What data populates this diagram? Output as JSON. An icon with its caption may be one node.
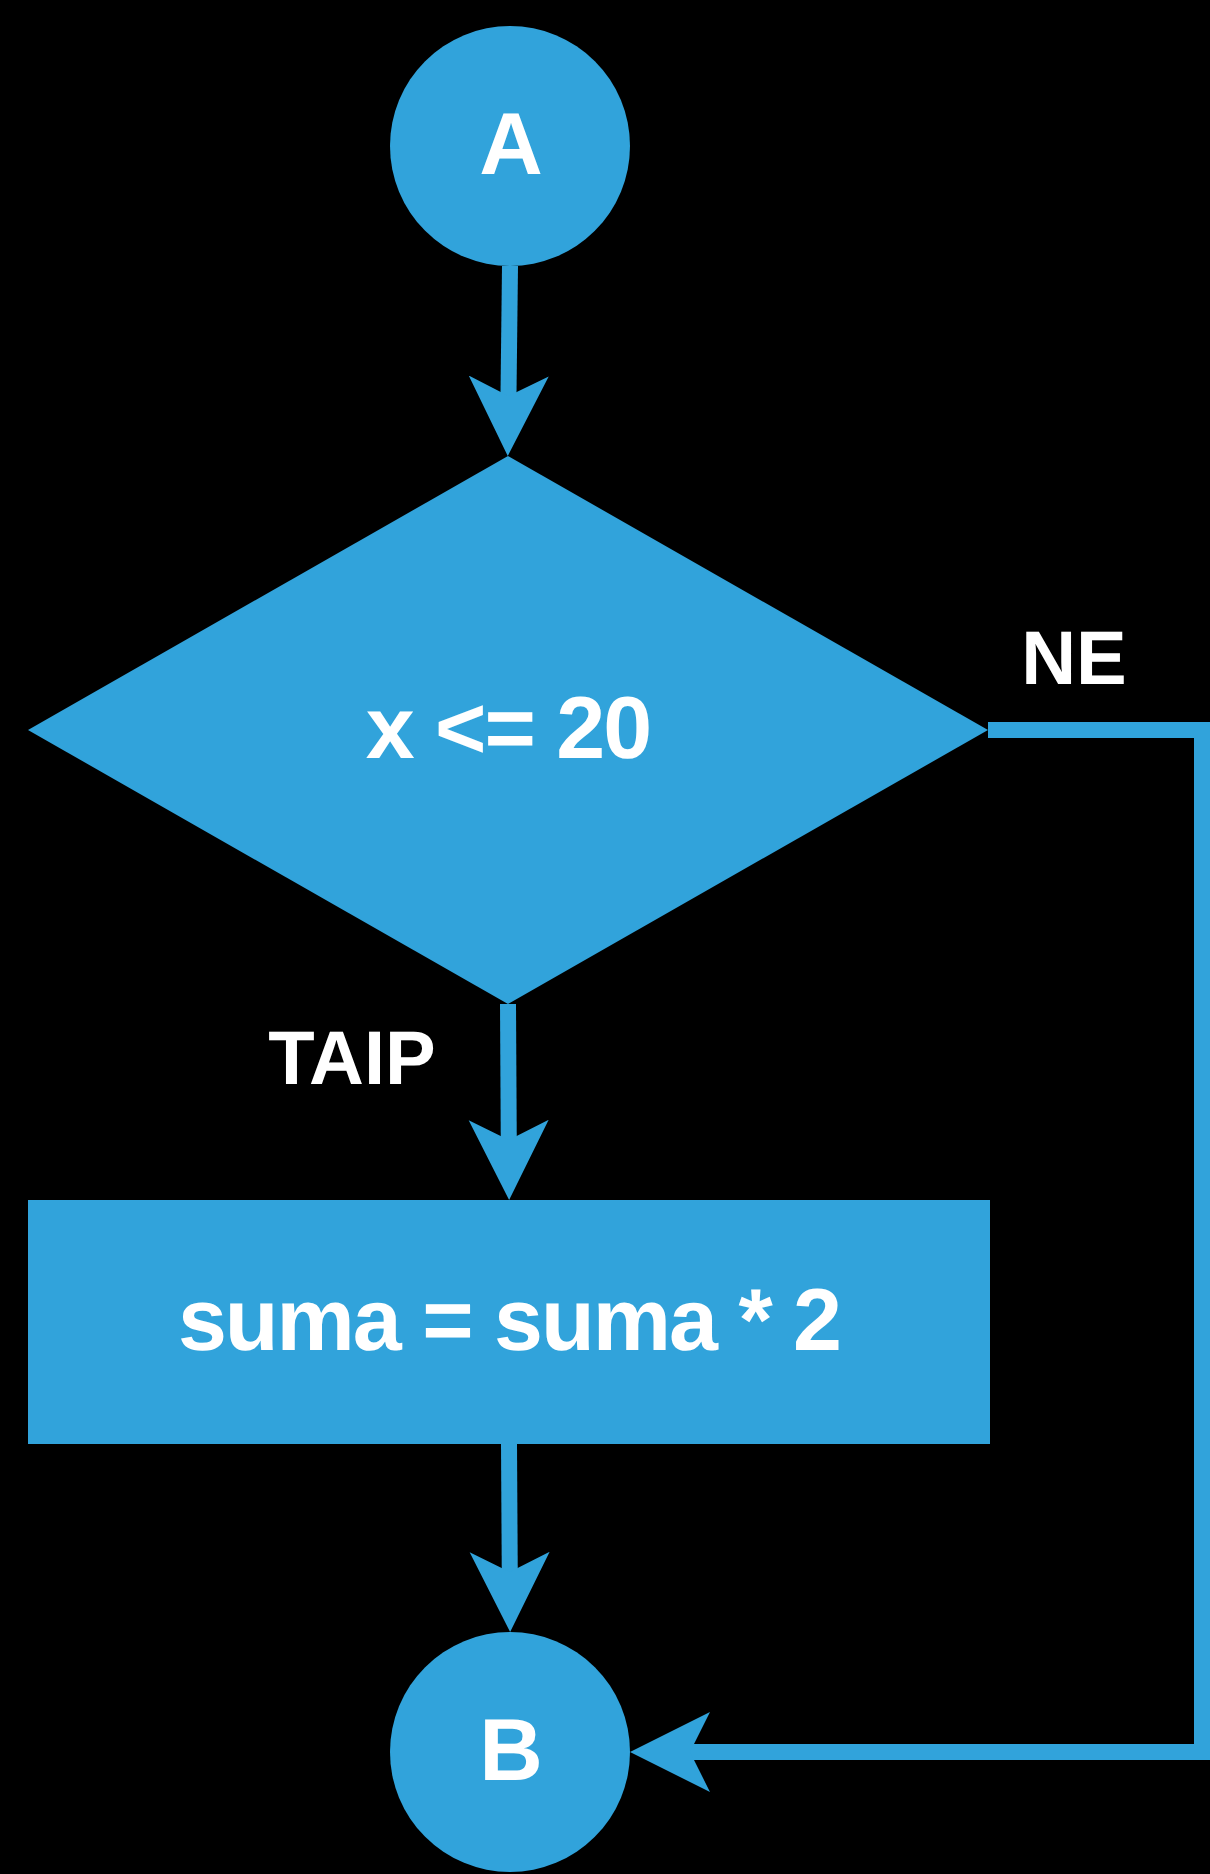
{
  "diagram": {
    "nodes": [
      {
        "text": [
          "A"
        ]
      },
      {
        "text": [
          "x <= 20"
        ]
      },
      {
        "text": [
          "suma = suma * 2"
        ]
      },
      {
        "text": [
          "B"
        ]
      }
    ],
    "edges": [
      {
        "from": 0,
        "to": 1,
        "arrow": "to"
      },
      {
        "from": 1,
        "to": 2,
        "arrow": "to",
        "label": "TAIP"
      },
      {
        "from": 1,
        "to": 3,
        "arrow": "to",
        "label": "NE"
      },
      {
        "from": 2,
        "to": 3,
        "arrow": "to"
      }
    ]
  }
}
